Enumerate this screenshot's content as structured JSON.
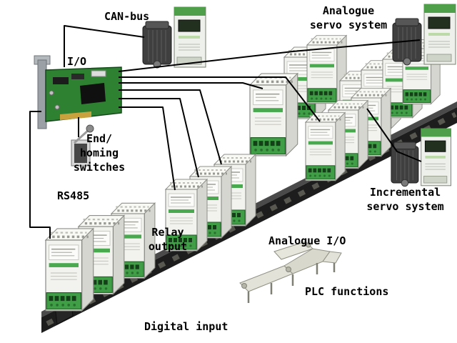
{
  "labels": {
    "can_bus": "CAN-bus",
    "analogue_servo_system": "Analogue\nservo system",
    "io": "I/O",
    "end_homing_switches": "End/\nhoming\nswitches",
    "rs485": "RS485",
    "relay_output": "Relay\noutput",
    "analogue_io": "Analogue I/O",
    "incremental_servo_system": "Incremental\nservo system",
    "plc_functions": "PLC functions",
    "digital_input": "Digital input"
  },
  "icons": {
    "io_card": "pcb-io-card",
    "din_rail": "din-rail",
    "din_module": "din-io-module",
    "servo_unit": "servo-drive-with-motor",
    "limit_switch": "end-homing-limit-switch",
    "conveyor": "conveyor-belt"
  },
  "colors": {
    "background": "#ffffff",
    "wire": "#000000",
    "rail_front": "#1d1d1d",
    "rail_top": "#4a4a4a",
    "module_body": "#f2f2ee",
    "module_side": "#d6d6d1",
    "terminal_green": "#3f9e46",
    "pcb_green": "#2f8132",
    "servo_green": "#4f9f4a",
    "motor_gray": "#3f3f3f"
  }
}
